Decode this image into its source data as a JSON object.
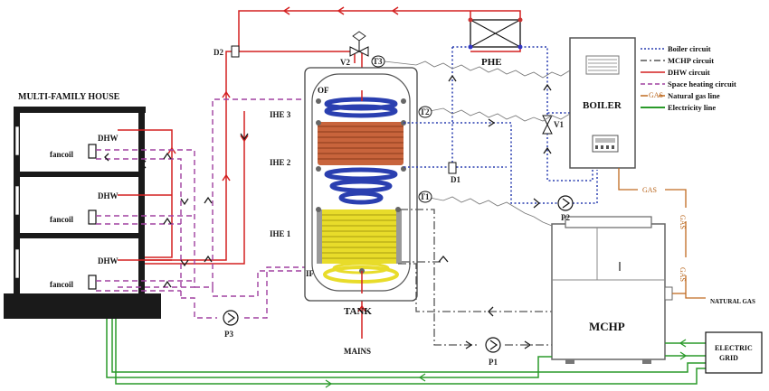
{
  "labels": {
    "house": "MULTI-FAMILY HOUSE",
    "dhw": "DHW",
    "fancoil": "fancoil",
    "tank": "TANK",
    "phe": "PHE",
    "boiler": "BOILER",
    "mchp": "MCHP",
    "mains": "MAINS",
    "natural_gas": "NATURAL GAS",
    "electric": "ELECTRIC",
    "grid": "GRID",
    "gas": "GAS",
    "of": "OF",
    "if": "IF",
    "ihe3": "IHE 3",
    "ihe2": "IHE 2",
    "ihe1": "IHE 1",
    "d1": "D1",
    "d2": "D2",
    "v1": "V1",
    "v2": "V2",
    "p1": "P1",
    "p2": "P2",
    "p3": "P3",
    "t1": "T1",
    "t2": "T2",
    "t3": "T3"
  },
  "legend": [
    {
      "label": "Boiler circuit",
      "color": "#2a3fb0",
      "style": "dotted"
    },
    {
      "label": "MCHP circuit",
      "color": "#555555",
      "style": "dashdot"
    },
    {
      "label": "DHW circuit",
      "color": "#d42020",
      "style": "solid"
    },
    {
      "label": "Space heating circuit",
      "color": "#a040a0",
      "style": "dashed"
    },
    {
      "label": "Natural gas line",
      "color": "#c06a20",
      "style": "gas"
    },
    {
      "label": "Electricity line",
      "color": "#2a9a2a",
      "style": "solid"
    }
  ]
}
